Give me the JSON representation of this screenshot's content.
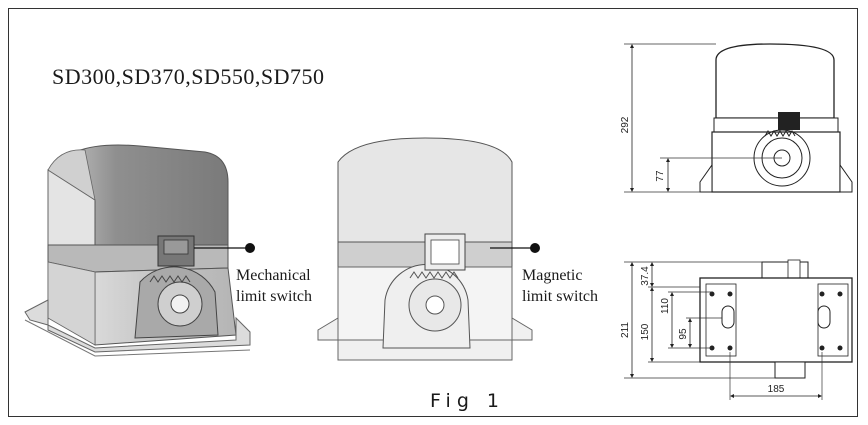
{
  "models": "SD300,SD370,SD550,SD750",
  "mechanical_label": [
    "Mechanical",
    "limit switch"
  ],
  "magnetic_label": [
    "Magnetic",
    "limit switch"
  ],
  "fig_caption": "Fig 1",
  "dimensions": {
    "front_height": "292",
    "front_axis": "77",
    "top_depth": "211",
    "top_37": "37.4",
    "top_150": "150",
    "top_110": "110",
    "top_95": "95",
    "top_width": "185"
  }
}
